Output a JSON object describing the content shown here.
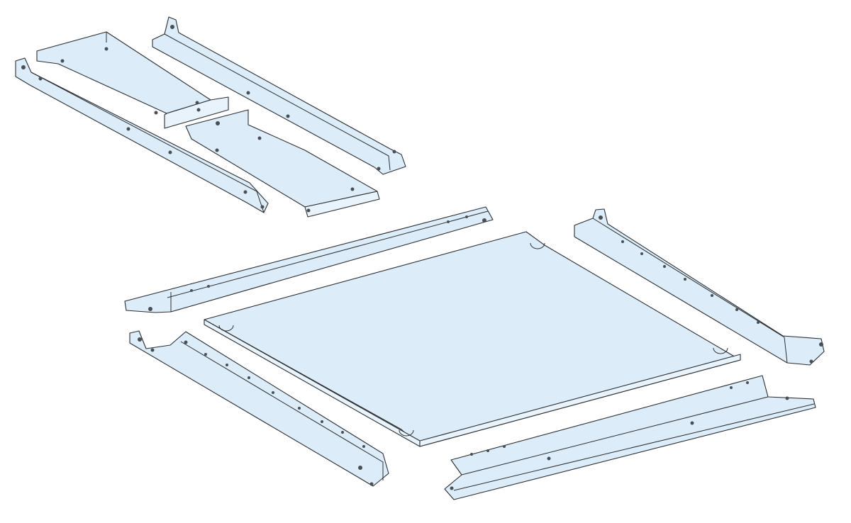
{
  "diagram": {
    "parts": [
      {
        "id": "gland-plate-half-left",
        "kind": "plate"
      },
      {
        "id": "gland-plate-half-right",
        "kind": "plate"
      },
      {
        "id": "side-rail-upper-left",
        "kind": "rail"
      },
      {
        "id": "side-rail-upper-right",
        "kind": "rail"
      },
      {
        "id": "base-plate",
        "kind": "plate"
      },
      {
        "id": "front-rail",
        "kind": "rail"
      },
      {
        "id": "rear-rail-right",
        "kind": "rail"
      },
      {
        "id": "side-rail-lower-left",
        "kind": "rail"
      },
      {
        "id": "front-rail-lower",
        "kind": "rail"
      }
    ],
    "colors": {
      "panel_fill": "#dcecf8",
      "panel_fill_light": "#e8f3fb",
      "outline": "#2b2f33",
      "hole": "#4a4f55",
      "background": "#ffffff"
    }
  }
}
